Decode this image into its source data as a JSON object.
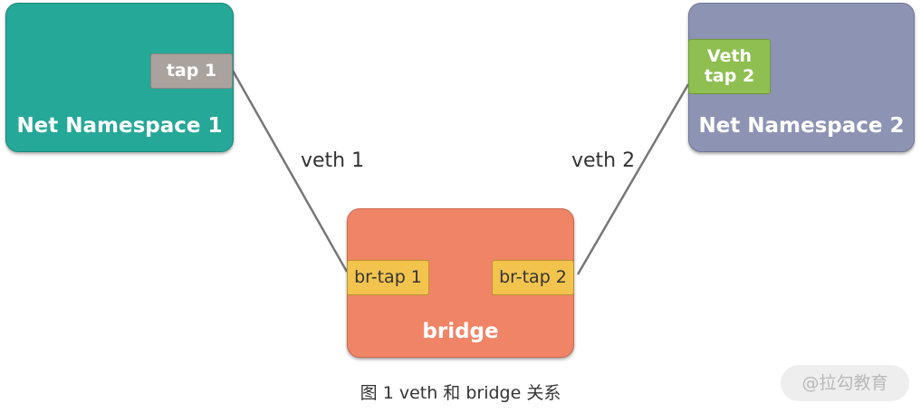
{
  "namespace1": {
    "label": "Net Namespace 1",
    "port_label": "tap 1"
  },
  "namespace2": {
    "label": "Net Namespace 2",
    "port_label": "Veth\ntap 2"
  },
  "bridge": {
    "label": "bridge",
    "port1_label": "br-tap 1",
    "port2_label": "br-tap 2"
  },
  "links": {
    "veth1_label": "veth 1",
    "veth2_label": "veth 2"
  },
  "caption": "图 1 veth 和 bridge 关系",
  "watermark": "@拉勾教育",
  "colors": {
    "namespace1": "#25a898",
    "namespace2": "#8c93b3",
    "bridge": "#f08466",
    "tap": "#aaa29c",
    "veth_tap": "#8ebf50",
    "br_tap": "#f2c44e",
    "link_line": "#777777"
  }
}
